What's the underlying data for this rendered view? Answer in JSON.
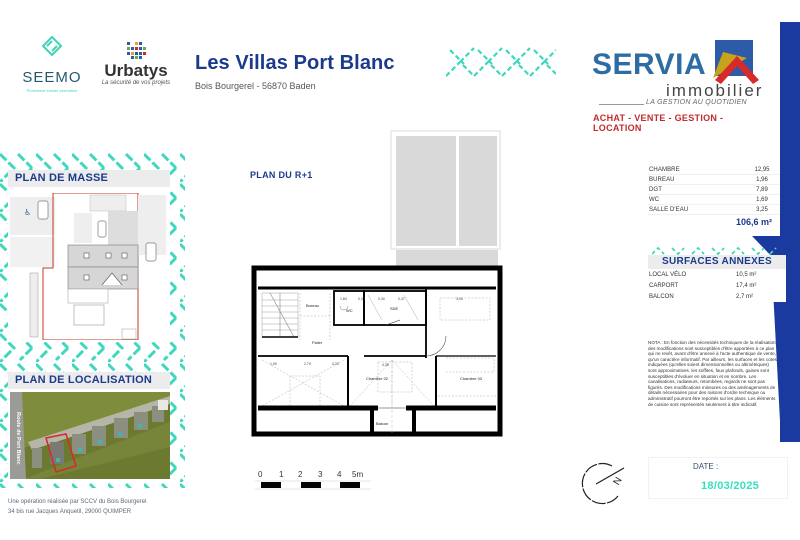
{
  "header": {
    "logos": {
      "seemo": {
        "name": "SEEMO",
        "tagline": "Promoteur foncier promotion"
      },
      "urbatys": {
        "name": "Urbatys",
        "tagline": "La sécurité de vos projets"
      }
    },
    "project_title": "Les Villas Port Blanc",
    "project_subtitle": "Bois Bourgerel - 56870 Baden"
  },
  "agency": {
    "name": "SERVIA",
    "subname": "immobilier",
    "tagline": "LA GESTION AU QUOTIDIEN",
    "services": "ACHAT - VENTE - GESTION - LOCATION",
    "colors": {
      "name": "#2e6ca4",
      "services": "#c32b2b",
      "roof_red": "#d82a2a",
      "roof_gold": "#c9a21b",
      "roof_blue": "#2e5ba8"
    }
  },
  "left_panels": {
    "masse": {
      "title": "PLAN DE MASSE"
    },
    "localisation": {
      "title": "PLAN DE LOCALISATION",
      "road_label": "Route de Port Blanc"
    },
    "credits_line1": "Une opération réalisée par SCCV du Bois Bourgerel",
    "credits_line2": "34 bis rue Jacques Anquetil, 29000 QUIMPER"
  },
  "plan": {
    "title": "PLAN DU R+1",
    "rooms": {
      "bureau": "Bureau",
      "wc": "WC",
      "sde": "SDE",
      "palier": "Palier",
      "chambre2": "Chambre 02",
      "chambre3": "Chambre 03",
      "balcon": "Balcon"
    },
    "scale": {
      "labels": [
        "0",
        "1",
        "2",
        "3",
        "4",
        "5m"
      ]
    }
  },
  "surfaces": {
    "rows": [
      {
        "label": "CHAMBRE",
        "value": "12,95"
      },
      {
        "label": "BUREAU",
        "value": "1,96"
      },
      {
        "label": "DGT",
        "value": "7,89"
      },
      {
        "label": "WC",
        "value": "1,69"
      },
      {
        "label": "SALLE D'EAU",
        "value": "3,25"
      }
    ],
    "total": "106,6 m²"
  },
  "annexes": {
    "title": "SURFACES ANNEXES",
    "rows": [
      {
        "label": "LOCAL VÉLO",
        "value": "10,5 m²"
      },
      {
        "label": "CARPORT",
        "value": "17,4 m²"
      },
      {
        "label": "BALCON",
        "value": "2,7 m²"
      }
    ]
  },
  "nota": "NOTA : En fonction des nécessités techniques de la réalisation, des modifications sont susceptibles d'être apportées à ce plan qui ne revêt, avant d'être annexé à l'acte authentique de vente, qu'un caractère informatif. Par ailleurs, les surfaces et les cotes indiquées (qu'elles soient dimensionnelles ou altimétriques) sont approximatives. les soffites, faux plafonds, gaines sont susceptibles d'évoluer en situation et en nombre. Les canalisations, radiateurs, retombées, regards ne sont pas figurés. Des modifications mineures ou des aménagements de détails nécessaires pour des raisons d'ordre technique ou administratif pourront être reportés sur les plans. Les éléments de cuisine sont représentés seulement à titre indicatif.",
  "date": {
    "label": "DATE :",
    "value": "18/03/2025"
  },
  "compass": {
    "label": "N"
  },
  "colors": {
    "accent_teal": "#3fd8bd",
    "title_blue": "#1b3a8c",
    "panel_blue": "#1b3aa0"
  }
}
